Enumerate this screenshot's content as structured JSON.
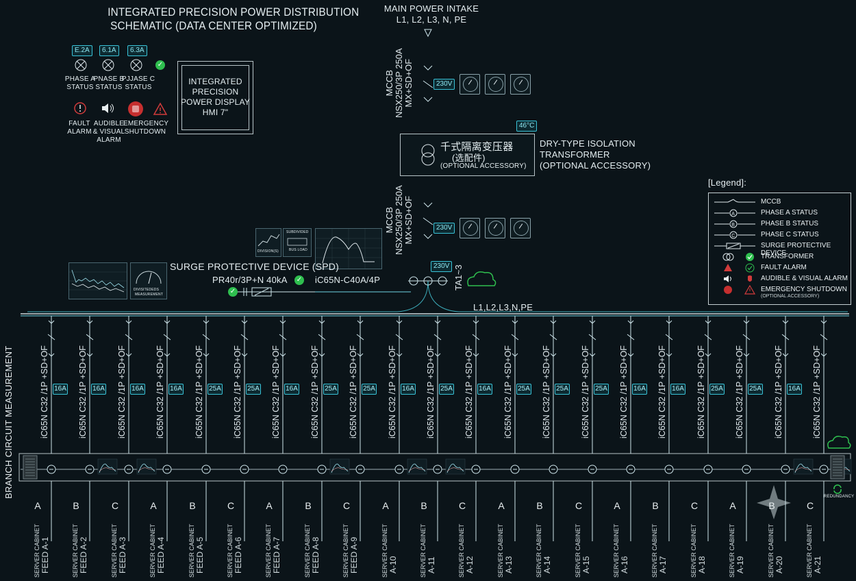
{
  "header": {
    "title_line1": "INTEGRATED PRECISION POWER DISTRIBUTION",
    "title_line2": "SCHEMATIC (DATA CENTER OPTIMIZED)",
    "main_intake_line1": "MAIN POWER INTAKE",
    "main_intake_line2": "L1, L2, L3, N, PE"
  },
  "status_panel": {
    "current_tags": [
      "E.2A",
      "6.1A",
      "6.3A"
    ],
    "phase_labels": [
      {
        "line1": "PHASE A",
        "line2": "STATUS"
      },
      {
        "line1": "PNASE B",
        "line2": "STATUS"
      },
      {
        "line1": "PJJASE C",
        "line2": "STATUS"
      }
    ],
    "alarm_labels": [
      {
        "line1": "FAULT",
        "line2": "ALARM",
        "line3": ""
      },
      {
        "line1": "AUDIBLE",
        "line2": "& VISUAL",
        "line3": "ALARM"
      },
      {
        "line1": "EMERGENCY",
        "line2": "SHUTDOWN",
        "line3": ""
      }
    ]
  },
  "hmi": {
    "line1": "INTEGRATED",
    "line2": "PRECISION",
    "line3": "POWER DISPLAY",
    "line4": "HMI 7\""
  },
  "mccb_top": {
    "line1": "MCCB",
    "line2": "NSX250/3P 250A",
    "line3": "MX+SD+OF",
    "voltage": "230V"
  },
  "transformer": {
    "temp": "46°C",
    "cn_line1": "千式隔离变压器",
    "cn_line2": "(选配件)",
    "cn_line3": "(OPTIONAL ACCESSORY)",
    "en_line1": "DRY-TYPE ISOLATION",
    "en_line2": "TRANSFORMER",
    "en_line3": "(OPTIONAL ACCESSORY)"
  },
  "mccb_bottom": {
    "line1": "MCCB",
    "line2": "NSX250/3P 250A",
    "line3": "MX+SD+OF",
    "voltage": "230V"
  },
  "spd": {
    "title": "SURGE PROTECTIVE DEVICE (SPD)",
    "model": "PR40r/3P+N 40kA",
    "breaker": "iC65N-C40A/4P",
    "ct_voltage": "230V",
    "ct_label": "TA1~3",
    "monitor_small_label1": "SUBDIVIDED",
    "monitor_small_label2": "BUS LOAD",
    "monitor_label_a": "DIVISION(S)",
    "panel_label1": "DIVISITEDEDS",
    "panel_label2": "MEASUREMENT"
  },
  "busbar": {
    "label": "L1,L2,L3,N,PE"
  },
  "legend": {
    "title": "[Legend]:",
    "items": [
      {
        "name": "MCCB",
        "sub": ""
      },
      {
        "name": "PHASE A STATUS",
        "sub": ""
      },
      {
        "name": "PHASE B STATUS",
        "sub": ""
      },
      {
        "name": "PHASE C STATUS",
        "sub": ""
      },
      {
        "name": "SURGE PROTECTIVE DEVICE",
        "sub": ""
      },
      {
        "name": "TRANSFORMER",
        "sub": ""
      },
      {
        "name": "FAULT ALARM",
        "sub": ""
      },
      {
        "name": "AUDIBLE & VISUAL ALARM",
        "sub": ""
      },
      {
        "name": "EMERGENCY SHUTDOWN",
        "sub": "(OPTIONAL ACCESSORY)"
      }
    ],
    "phase_symbols": [
      "A",
      "B",
      "C"
    ]
  },
  "branch": {
    "side_label": "BRANCH CIRCUIT MEASUREMENT",
    "breaker_model": "iC65N C32 /1P +SD+OF",
    "redundancy_label": "REDUNDANCY",
    "circuits": [
      {
        "amp": "16A",
        "phase": "A",
        "cab1": "SERVER CABINET",
        "cab2": "FEED A-1"
      },
      {
        "amp": "16A",
        "phase": "B",
        "cab1": "SERVER CABINET",
        "cab2": "FEED A-2"
      },
      {
        "amp": "16A",
        "phase": "C",
        "cab1": "SERVER CABINET",
        "cab2": "FEED A-3"
      },
      {
        "amp": "16A",
        "phase": "A",
        "cab1": "SERVER CABINET",
        "cab2": "FEED A-4"
      },
      {
        "amp": "25A",
        "phase": "B",
        "cab1": "SERVER CABINET",
        "cab2": "FEED A-5"
      },
      {
        "amp": "25A",
        "phase": "C",
        "cab1": "SERVER CABINET",
        "cab2": "FEED A-6"
      },
      {
        "amp": "16A",
        "phase": "A",
        "cab1": "SERVER CABINET",
        "cab2": "FEED A-7"
      },
      {
        "amp": "25A",
        "phase": "B",
        "cab1": "SERVER CABINET",
        "cab2": "FEED A-8"
      },
      {
        "amp": "25A",
        "phase": "C",
        "cab1": "SERVER CABINET",
        "cab2": "FEED A-9"
      },
      {
        "amp": "16A",
        "phase": "A",
        "cab1": "SERVER CABINET",
        "cab2": "A-10"
      },
      {
        "amp": "25A",
        "phase": "B",
        "cab1": "SERVER CABINET",
        "cab2": "A-11"
      },
      {
        "amp": "16A",
        "phase": "C",
        "cab1": "SERVER CABINET",
        "cab2": "A-12"
      },
      {
        "amp": "25A",
        "phase": "A",
        "cab1": "SERVER CABINET",
        "cab2": "A-13"
      },
      {
        "amp": "25A",
        "phase": "B",
        "cab1": "SERVER CABINET",
        "cab2": "A-14"
      },
      {
        "amp": "25A",
        "phase": "C",
        "cab1": "SERVER CABINET",
        "cab2": "A-15"
      },
      {
        "amp": "16A",
        "phase": "A",
        "cab1": "SERVER CABINET",
        "cab2": "A-16"
      },
      {
        "amp": "16A",
        "phase": "B",
        "cab1": "SERVER CABINET",
        "cab2": "A-17"
      },
      {
        "amp": "25A",
        "phase": "C",
        "cab1": "SERVER CABINET",
        "cab2": "A-18"
      },
      {
        "amp": "25A",
        "phase": "A",
        "cab1": "SERVER CABINET",
        "cab2": "A-19"
      },
      {
        "amp": "16A",
        "phase": "B",
        "cab1": "SERVER CABINET",
        "cab2": "A-20"
      },
      {
        "amp": "",
        "phase": "C",
        "cab1": "SERVER CABINET",
        "cab2": "A-21"
      }
    ]
  },
  "colors": {
    "background": "#0b1419",
    "accent": "#39c3d8",
    "ok": "#2fbf4f",
    "alarm": "#d23b3b"
  }
}
